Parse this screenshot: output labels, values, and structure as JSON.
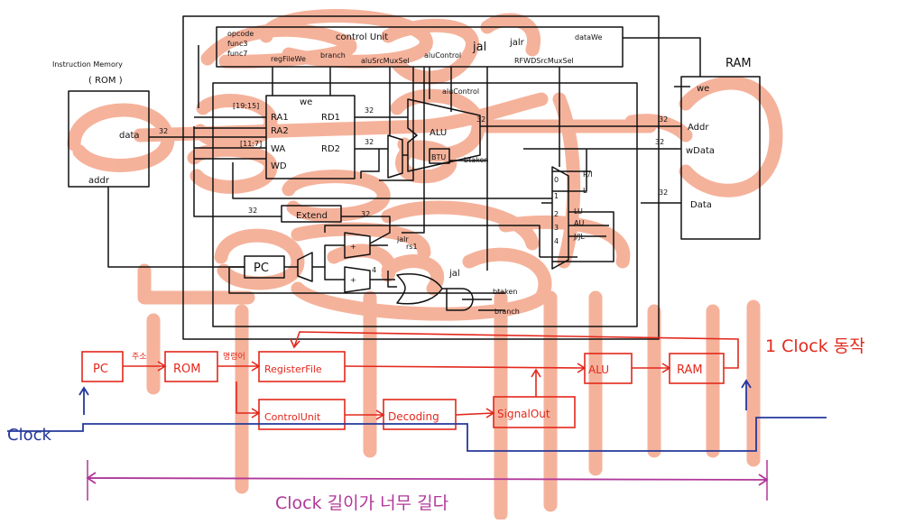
{
  "labels": {
    "instruction_memory": "Instruction Memory",
    "rom": "( ROM )",
    "data": "data",
    "addr": "addr",
    "ram": "RAM",
    "we_ram": "we",
    "addr_ram": "Addr",
    "wdata": "wData",
    "rdata": "Data",
    "control_unit": "control Unit",
    "opcode": "opcode",
    "func3": "func3",
    "func7": "func7",
    "regfilewe": "regFileWe",
    "branch": "branch",
    "alusrcmuxsel": "aluSrcMuxSel",
    "alucontrol": "aluControl",
    "jal": "jal",
    "jalr": "jalr",
    "rfwdsrcmuxsel": "RFWDSrcMuxSel",
    "datawe": "dataWe",
    "we": "we",
    "ra1": "RA1",
    "ra2": "RA2",
    "wa": "WA",
    "wd": "WD",
    "rd1": "RD1",
    "rd2": "RD2",
    "alu": "ALU",
    "alucontrol_in": "aluControl",
    "btu": "BTU",
    "btaken": "btaken",
    "extend": "Extend",
    "pc": "PC",
    "ri": "R/I",
    "l": "L",
    "lu": "LU",
    "au": "AU",
    "jj": "J/JL",
    "mux_in": [
      "0",
      "1",
      "2",
      "3",
      "4"
    ],
    "plus": "+",
    "four": "4",
    "rs1": "rs1",
    "width32": "32",
    "rs1_bits": "[19:15]",
    "rd_bits": "[11:7]"
  },
  "blocks": {
    "pc": "PC",
    "rom": "ROM",
    "registerfile": "RegisterFile",
    "controlunit": "ControlUnit",
    "decoding": "Decoding",
    "signalout": "SignalOut",
    "alu": "ALU",
    "ram": "RAM"
  },
  "edges": {
    "address": "주소",
    "instruction": "명령어"
  },
  "notes": {
    "one_clock": "1 Clock 동작",
    "clock": "Clock",
    "clock_too_long": "Clock 길이가 너무 길다"
  },
  "colors": {
    "ink": "#111111",
    "annotation_red": "#e3281c",
    "clock_blue": "#26389a",
    "span_magenta": "#b0379a",
    "highlight_orange": "#f4a58a"
  }
}
